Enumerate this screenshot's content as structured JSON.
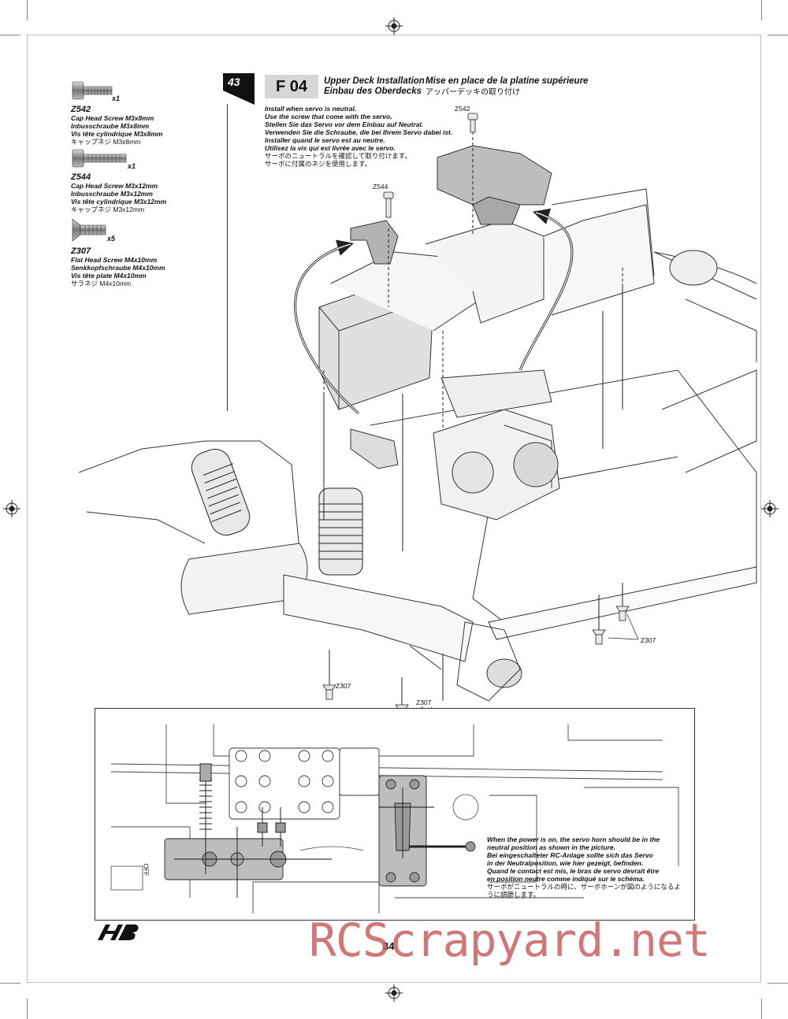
{
  "parts": [
    {
      "code": "Z542",
      "qty": "x1",
      "lines": [
        "Cap Head Screw M3x8mm",
        "Inbusschraube M3x8mm",
        "Vis tête cylindrique M3x8mm"
      ],
      "jp": "キャップネジ M3x8mm"
    },
    {
      "code": "Z544",
      "qty": "x1",
      "lines": [
        "Cap Head Screw M3x12mm",
        "Inbusschraube M3x12mm",
        "Vis tête cylindrique M3x12mm"
      ],
      "jp": "キャップネジ M3x12mm"
    },
    {
      "code": "Z307",
      "qty": "x5",
      "lines": [
        "Flat Head Screw M4x10mm",
        "Senkkopfschraube M4x10mm",
        "Vis tête plate M4x10mm"
      ],
      "jp": "サラネジ M4x10mm"
    }
  ],
  "step": {
    "number": "43",
    "code": "F 04",
    "title_en": "Upper Deck Installation",
    "title_de": "Einbau des Oberdecks",
    "title_fr": "Mise en place de la platine supérieure",
    "title_jp": "アッパーデッキの取り付け"
  },
  "instructions": [
    "Install when servo is neutral.",
    "Use the screw that come with the servo.",
    "Stellen Sie das Servo vor dem Einbau auf Neutral.",
    "Verwenden Sie die Schraube, die bei Ihrem Servo dabei ist.",
    "Installer quand le servo est au neutre.",
    "Utilisez la vis qui est livrée avec le servo."
  ],
  "instructions_jp": [
    "サーボのニュートラルを確認して取り付けます。",
    "サーボに付属のネジを使用します。"
  ],
  "callouts": {
    "z542": "Z542",
    "z544": "Z544",
    "z307_a": "Z307",
    "z307_b": "Z307",
    "z307_c": "Z307"
  },
  "inset_note": [
    "When the power is on, the servo horn should be in the",
    "neutral position as shown in the picture.",
    "Bei eingeschalteter RC-Anlage sollte sich das Servo",
    "in der Neutralposition, wie hier gezeigt, befinden.",
    "Quand le contact est mis, le bras de servo devrait être",
    "en position neutre comme indiqué sur le schéma."
  ],
  "inset_note_jp": [
    "サーボがニュートラルの時に、サーボホーンが図のようになるよ",
    "うに調節します。"
  ],
  "inset_labels": {
    "off": "OFF"
  },
  "page_number": "34",
  "watermark": "RCScrapyard.net"
}
